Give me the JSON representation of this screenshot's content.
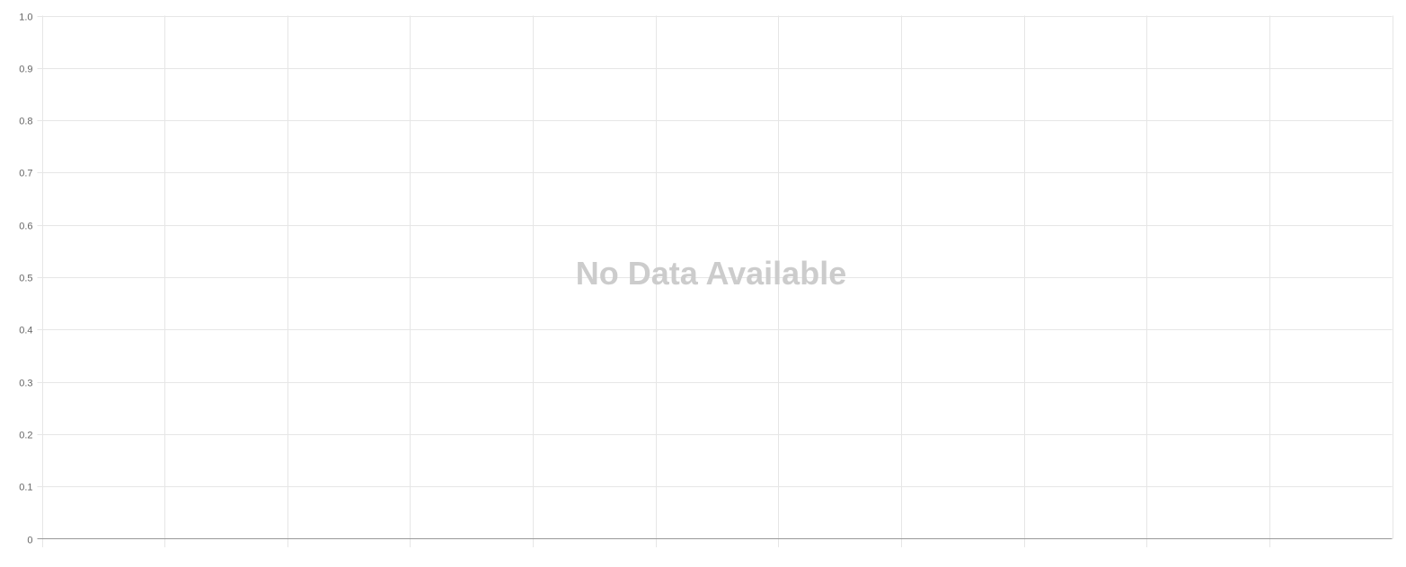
{
  "chart_data": {
    "type": "line",
    "title": "",
    "xlabel": "",
    "ylabel": "",
    "ylim": [
      0,
      1.0
    ],
    "y_ticks": [
      "0",
      "0.1",
      "0.2",
      "0.3",
      "0.4",
      "0.5",
      "0.6",
      "0.7",
      "0.8",
      "0.9",
      "1.0"
    ],
    "x_grid_divisions": 11,
    "grid": true,
    "series": [],
    "message": "No Data Available"
  },
  "colors": {
    "grid": "#e6e6e6",
    "axis": "#999999",
    "tick_text": "#666666",
    "message": "#cccccc"
  }
}
